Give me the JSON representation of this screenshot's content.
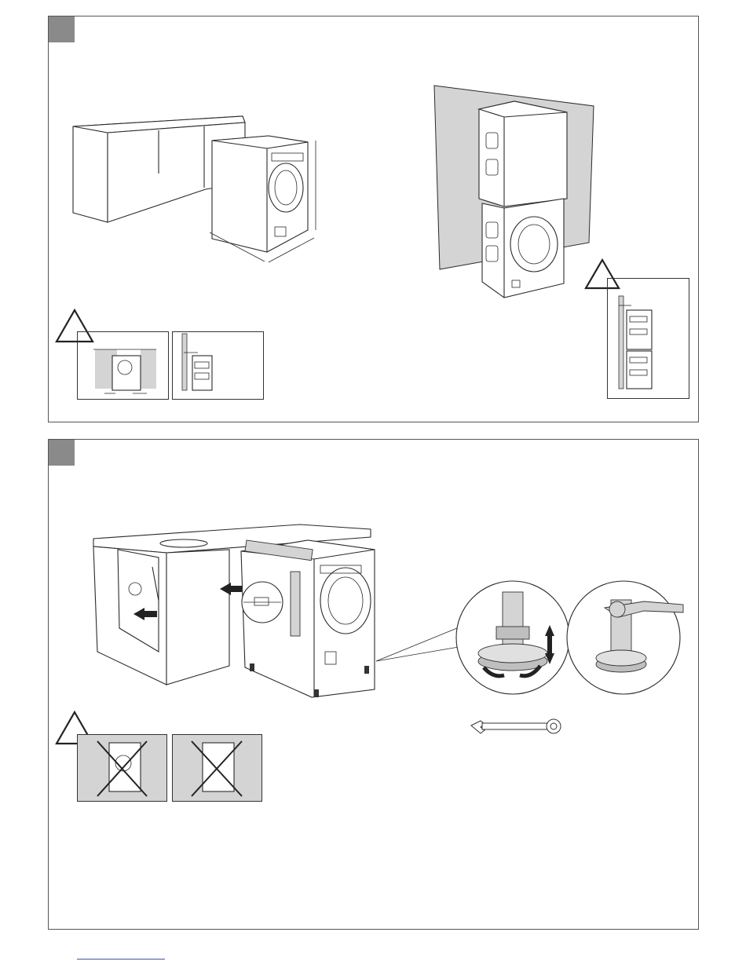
{
  "page": {
    "title": "",
    "steps": [
      {
        "id": "step-1",
        "label": ""
      },
      {
        "id": "step-2",
        "label": ""
      }
    ],
    "warning_symbol": "warning-triangle",
    "tool_icon": "combination-wrench-icon",
    "colors": {
      "marker": "#8a8a8a",
      "wall": "#d4d4d4",
      "line": "#2a2a2a",
      "background": "#ffffff",
      "link": "#3b4fc4"
    }
  }
}
